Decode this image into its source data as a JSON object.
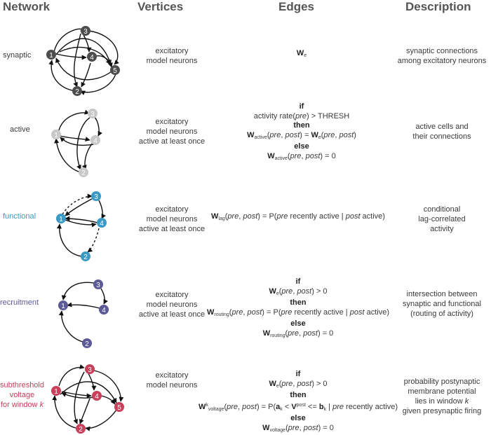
{
  "headers": {
    "network": "Network",
    "vertices": "Vertices",
    "edges": "Edges",
    "description": "Description"
  },
  "colors": {
    "synaptic": "#4d4d4d",
    "active": "#c8c8c8",
    "functional": "#3a9ac4",
    "recruitment": "#5b5a96",
    "subthreshold": "#c9405a"
  },
  "rows": [
    {
      "name": "synaptic",
      "color_key": "synaptic",
      "vertices": [
        "excitatory",
        "model neurons"
      ],
      "edges": {
        "w_symbol": "W",
        "w_sub": "e"
      },
      "description": [
        "synaptic connections",
        "among excitatory neurons"
      ]
    },
    {
      "name": "active",
      "color_key": "active",
      "vertices": [
        "excitatory",
        "model neurons",
        "active at least once"
      ],
      "edges": {
        "if": "if",
        "condition": "activity rate(pre) > THRESH",
        "then": "then",
        "then_expr": "W_active(pre, post) = W_e(pre, post)",
        "else": "else",
        "else_expr": "W_active(pre, post) = 0"
      },
      "description": [
        "active cells and",
        "their connections"
      ]
    },
    {
      "name": "functional",
      "color_key": "functional",
      "vertices": [
        "excitatory",
        "model neurons",
        "active at least once"
      ],
      "edges": {
        "expr": "W_lag(pre, post) = P(pre recently active | post active)"
      },
      "description": [
        "conditional",
        "lag-correlated",
        "activity"
      ]
    },
    {
      "name": "recruitment",
      "color_key": "recruitment",
      "vertices": [
        "excitatory",
        "model neurons",
        "active at least once"
      ],
      "edges": {
        "if": "if",
        "condition": "W_e(pre, post) > 0",
        "then": "then",
        "then_expr": "W_routing(pre, post) = P(pre recently active | post active)",
        "else": "else",
        "else_expr": "W_routing(pre, post) = 0"
      },
      "description": [
        "intersection between",
        "synaptic and functional",
        "(routing of activity)"
      ]
    },
    {
      "name": [
        "subthreshold",
        "voltage",
        "for window k"
      ],
      "color_key": "subthreshold",
      "vertices": [
        "excitatory",
        "model neurons"
      ],
      "edges": {
        "if": "if",
        "condition": "W_e(pre, post) > 0",
        "then": "then",
        "then_expr": "W^k_voltage(pre, post) = P(a_k < V^post <= b_k | pre recently active)",
        "else": "else",
        "else_expr": "W_voltage(pre, post) = 0"
      },
      "description": [
        "probability postynaptic",
        "membrane potential",
        "lies in window k",
        "given presynaptic firing"
      ]
    }
  ],
  "networks": {
    "synaptic": {
      "nodes": [
        {
          "label": "1",
          "color": "#4d4d4d"
        },
        {
          "label": "2",
          "color": "#4d4d4d"
        },
        {
          "label": "3",
          "color": "#4d4d4d"
        },
        {
          "label": "4",
          "color": "#4d4d4d"
        },
        {
          "label": "5",
          "color": "#4d4d4d"
        }
      ]
    },
    "active": {
      "nodes": [
        {
          "label": "1",
          "color": "#c8c8c8"
        },
        {
          "label": "2",
          "color": "#c8c8c8"
        },
        {
          "label": "3",
          "color": "#c8c8c8"
        },
        {
          "label": "4",
          "color": "#c8c8c8"
        }
      ]
    },
    "functional": {
      "nodes": [
        {
          "label": "1",
          "color": "#3a9ac4"
        },
        {
          "label": "2",
          "color": "#3a9ac4"
        },
        {
          "label": "3",
          "color": "#3a9ac4"
        },
        {
          "label": "4",
          "color": "#3a9ac4"
        }
      ]
    },
    "recruitment": {
      "nodes": [
        {
          "label": "1",
          "color": "#5b5a96"
        },
        {
          "label": "2",
          "color": "#5b5a96"
        },
        {
          "label": "3",
          "color": "#5b5a96"
        },
        {
          "label": "4",
          "color": "#5b5a96"
        }
      ]
    },
    "subthreshold": {
      "nodes": [
        {
          "label": "1",
          "color": "#c9405a"
        },
        {
          "label": "2",
          "color": "#c9405a"
        },
        {
          "label": "3",
          "color": "#c9405a"
        },
        {
          "label": "4",
          "color": "#c9405a"
        },
        {
          "label": "5",
          "color": "#c9405a"
        }
      ]
    }
  }
}
